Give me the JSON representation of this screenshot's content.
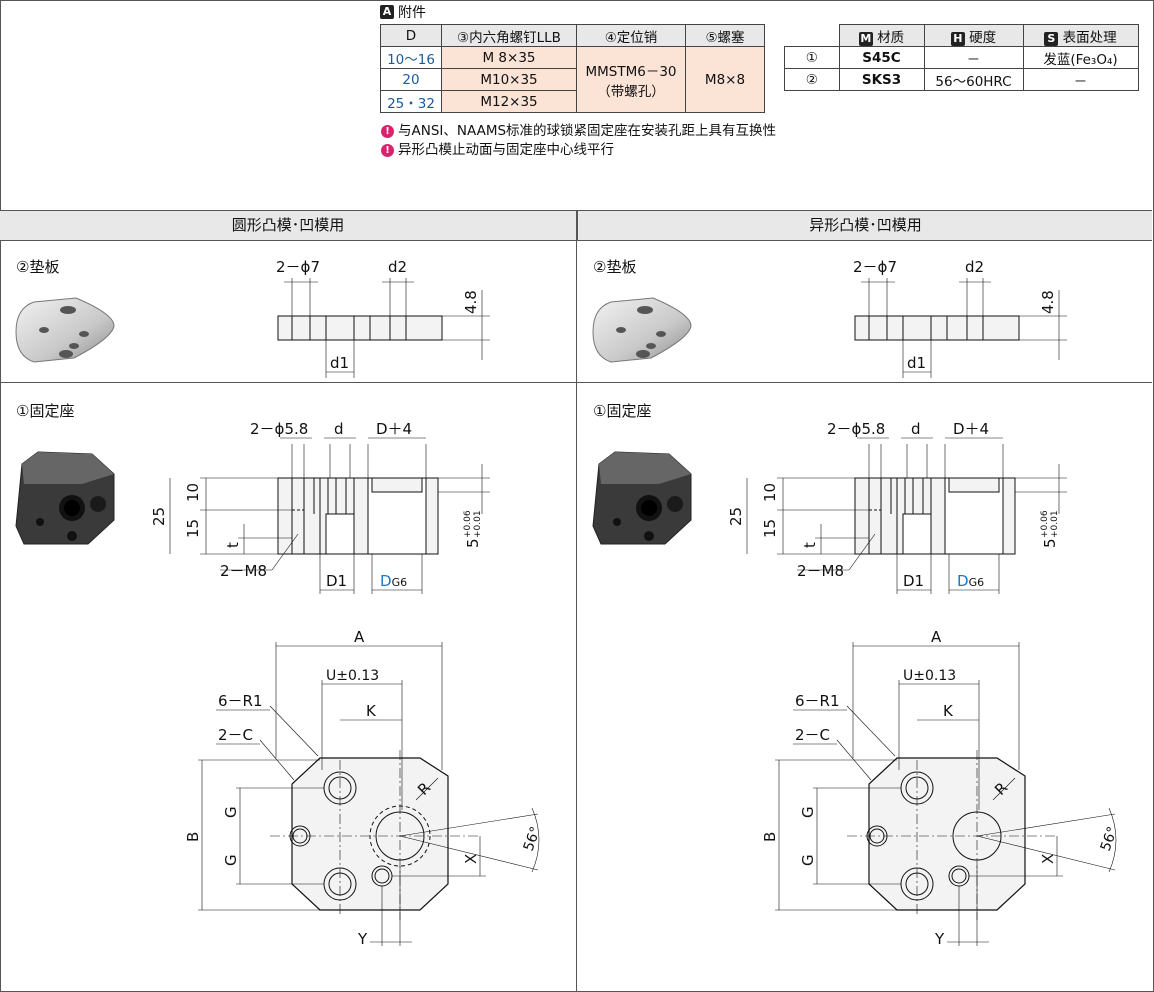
{
  "accessories": {
    "badge": "A",
    "title": "附件",
    "table": {
      "headers": [
        "D",
        "③内六角螺钉LLB",
        "④定位销",
        "⑤螺塞"
      ],
      "rows": [
        {
          "d": "10～16",
          "screw": "M  8×35"
        },
        {
          "d": "20",
          "screw": "M10×35"
        },
        {
          "d": "25・32",
          "screw": "M12×35"
        }
      ],
      "pin": "MMSTM6－30",
      "pin_note": "（带螺孔）",
      "plug": "M8×8"
    }
  },
  "materials": {
    "headers": {
      "material_badge": "M",
      "material": "材质",
      "hardness_badge": "H",
      "hardness": "硬度",
      "surface_badge": "S",
      "surface": "表面处理"
    },
    "rows": [
      {
        "no": "①",
        "material": "S45C",
        "hardness": "－",
        "surface": "发蓝(Fe₃O₄)"
      },
      {
        "no": "②",
        "material": "SKS3",
        "hardness": "56～60HRC",
        "surface": "－"
      }
    ]
  },
  "notes": [
    "与ANSI、NAAMS标准的球锁紧固定座在安装孔距上具有互换性",
    "异形凸模止动面与固定座中心线平行"
  ],
  "sections": {
    "left": "圆形凸模･凹模用",
    "right": "异形凸模･凹模用"
  },
  "parts": {
    "pad": "②垫板",
    "base": "①固定座"
  },
  "dims": {
    "pad_holes": "2－ϕ7",
    "d2": "d2",
    "d1": "d1",
    "pad_thickness": "4.8",
    "base_holes": "2－ϕ5.8",
    "d": "d",
    "d_plus": "D＋4",
    "h25": "25",
    "h10": "10",
    "h15": "15",
    "t": "t",
    "m8": "2－M8",
    "D1": "D1",
    "DG6": "D",
    "G6": "G6",
    "tol": "5",
    "tol_up": "+0.06",
    "tol_dn": "+0.01",
    "A": "A",
    "U": "U±0.13",
    "K": "K",
    "R1": "6－R1",
    "C": "2－C",
    "R": "R",
    "B": "B",
    "G": "G",
    "X": "X",
    "Y": "Y",
    "angle": "56°"
  }
}
